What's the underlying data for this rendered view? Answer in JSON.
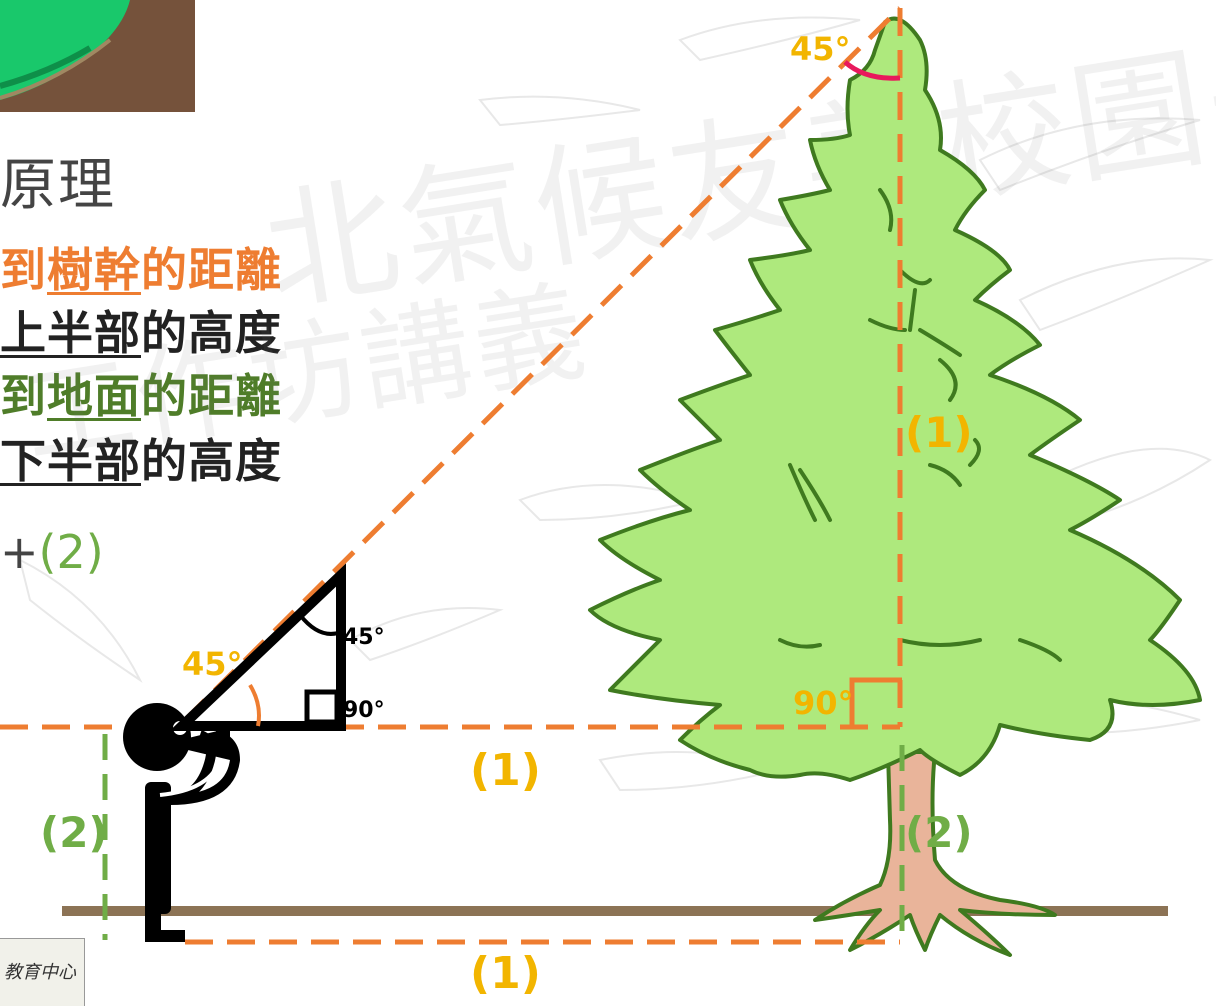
{
  "heading_fragment": "原理",
  "definitions": {
    "line1": {
      "a": "到",
      "b": "樹幹",
      "c": "的距離"
    },
    "line2": {
      "a": "上半部",
      "b": "的高度"
    },
    "line3": {
      "a": "到",
      "b": "地面",
      "c": "的距離"
    },
    "line4": {
      "a": "下半部",
      "b": "的高度"
    }
  },
  "formula": {
    "plus": "+",
    "term": "(2)"
  },
  "watermark": {
    "line1": "北氣候友善校園先導型計",
    "line2": "工作坊講義"
  },
  "footer_fragment": "教育中心",
  "diagram": {
    "angles": {
      "tree_top": "45°",
      "sight_left": "45°",
      "triangle_top": "45°",
      "triangle_right": "90°",
      "tree_base": "90°"
    },
    "labels": {
      "tree_upper": "(1)",
      "tree_lower": "(2)",
      "eye_to_tree": "(1)",
      "ground_distance": "(1)",
      "eye_height": "(2)"
    }
  },
  "colors": {
    "orange": "#ee7d31",
    "yellow": "#f2b500",
    "green": "#70ad47",
    "dark_green": "#4f7d29",
    "tree_fill": "#aee97d",
    "tree_outline": "#3f7a1f",
    "trunk": "#e9b49a",
    "ground": "#8c7355",
    "pink": "#e8195c",
    "black": "#000000"
  },
  "icons": {
    "person": "stick-figure-icon",
    "sight_tool": "triangle-clinometer-icon",
    "tree": "pine-tree-icon"
  }
}
